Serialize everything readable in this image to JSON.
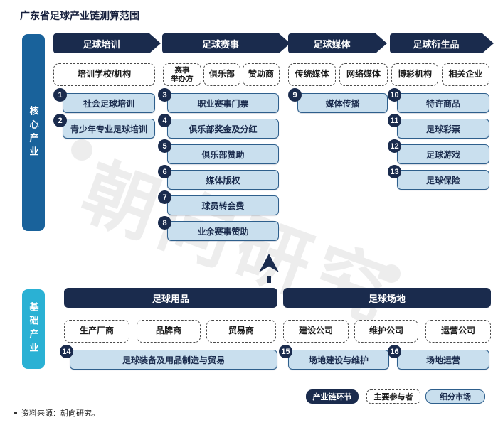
{
  "title": "广东省足球产业链测算范围",
  "watermark": "朝向研究",
  "source": "资料来源：朝向研究。",
  "colors": {
    "chain_navy": "#1a2b4d",
    "core_band_blue": "#19629b",
    "base_band_cyan": "#2ab1d4",
    "segment_fill": "#c9dfee",
    "segment_border": "#2e5f8c"
  },
  "core": {
    "band_label": "核心产业",
    "columns": [
      {
        "header": "足球培训",
        "participants": [
          "培训学校/机构"
        ],
        "items": [
          {
            "num": "1",
            "label": "社会足球培训"
          },
          {
            "num": "2",
            "label": "青少年专业足球培训"
          }
        ]
      },
      {
        "header": "足球赛事",
        "participants": [
          "赛事\n举办方",
          "俱乐部",
          "赞助商"
        ],
        "items": [
          {
            "num": "3",
            "label": "职业赛事门票"
          },
          {
            "num": "4",
            "label": "俱乐部奖金及分红"
          },
          {
            "num": "5",
            "label": "俱乐部赞助"
          },
          {
            "num": "6",
            "label": "媒体版权"
          },
          {
            "num": "7",
            "label": "球员转会费"
          },
          {
            "num": "8",
            "label": "业余赛事赞助"
          }
        ]
      },
      {
        "header": "足球媒体",
        "participants": [
          "传统媒体",
          "网络媒体"
        ],
        "items": [
          {
            "num": "9",
            "label": "媒体传播"
          }
        ]
      },
      {
        "header": "足球衍生品",
        "participants": [
          "博彩机构",
          "相关企业"
        ],
        "items": [
          {
            "num": "10",
            "label": "特许商品"
          },
          {
            "num": "11",
            "label": "足球彩票"
          },
          {
            "num": "12",
            "label": "足球游戏"
          },
          {
            "num": "13",
            "label": "足球保险"
          }
        ]
      }
    ]
  },
  "base": {
    "band_label": "基础产业",
    "groups": [
      {
        "header": "足球用品",
        "participants": [
          "生产厂商",
          "品牌商",
          "贸易商"
        ],
        "items": [
          {
            "num": "14",
            "label": "足球装备及用品制造与贸易"
          }
        ]
      },
      {
        "header": "足球场地",
        "participants": [
          "建设公司",
          "维护公司",
          "运营公司"
        ],
        "items": [
          {
            "num": "15",
            "label": "场地建设与维护"
          },
          {
            "num": "16",
            "label": "场地运营"
          }
        ]
      }
    ]
  },
  "legend": {
    "chain": "产业链环节",
    "participant": "主要参与者",
    "segment": "细分市场"
  }
}
